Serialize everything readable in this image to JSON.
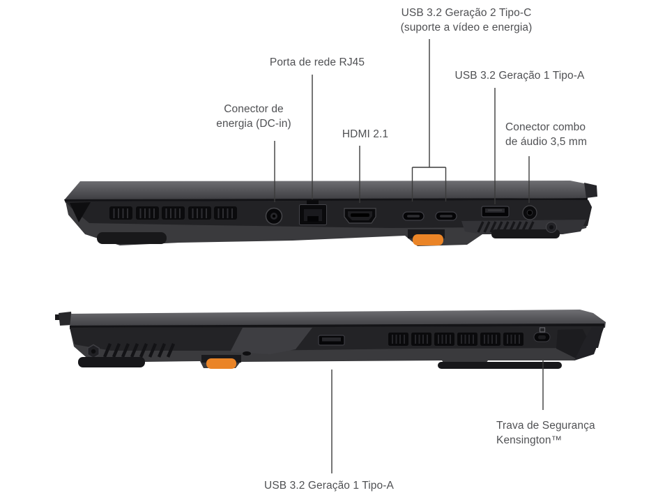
{
  "colors": {
    "background": "#ffffff",
    "label_text": "#4f5053",
    "leader_line": "#3b3b3b",
    "lid_gray": "#5c5c60",
    "body_dark": "#232326",
    "body_light": "#3a3a3d",
    "accent_orange": "#ea8427"
  },
  "labels": {
    "usb_c_gen2": {
      "line1": "USB 3.2 Geração 2 Tipo-C",
      "line2": "(suporte a vídeo e energia)"
    },
    "rj45": {
      "line1": "Porta de rede RJ45"
    },
    "usb_a_top": {
      "line1": "USB 3.2 Geração 1 Tipo-A"
    },
    "dc_in": {
      "line1": "Conector de",
      "line2": "energia (DC-in)"
    },
    "hdmi": {
      "line1": "HDMI 2.1"
    },
    "audio_combo": {
      "line1": "Conector combo",
      "line2": "de áudio 3,5 mm"
    },
    "kensington": {
      "line1": "Trava de Segurança",
      "line2": "Kensington™"
    },
    "usb_a_bottom": {
      "line1": "USB 3.2 Geração 1 Tipo-A"
    }
  },
  "views": {
    "top_view": {
      "side": "left-side",
      "ports": [
        "dc-in-power-jack",
        "rj45-ethernet-port",
        "hdmi-port",
        "usb-c-port-1",
        "usb-c-port-2",
        "usb-a-port",
        "audio-combo-jack"
      ]
    },
    "bottom_view": {
      "side": "right-side",
      "ports": [
        "usb-a-port",
        "kensington-lock-slot"
      ]
    }
  }
}
